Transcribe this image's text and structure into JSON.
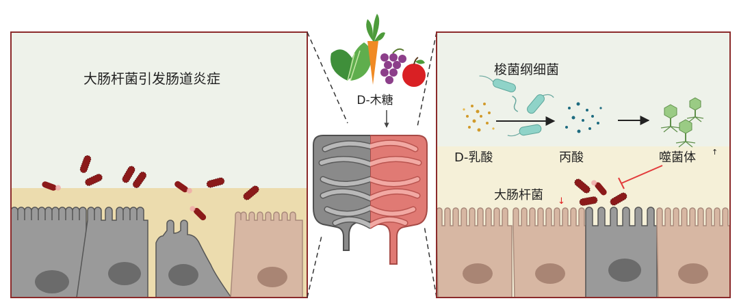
{
  "left_panel": {
    "title": "大肠杆菌引发肠道炎症"
  },
  "center": {
    "xylose_label": "D-木糖",
    "foods": [
      "spinach-icon",
      "carrot-icon",
      "grapes-icon",
      "apple-icon"
    ]
  },
  "right_panel": {
    "bacteroidetes_label": "梭菌纲细菌",
    "lactate_label": "D-乳酸",
    "propionate_label": "丙酸",
    "phage_label": "噬菌体",
    "phage_arrow": "↑",
    "ecoli_label": "大肠杆菌",
    "ecoli_arrow": "↓"
  },
  "colors": {
    "frame": "#8b2a2a",
    "lumen": "#eef2ea",
    "mucus": "#ecdcae",
    "mucus_right": "#f5f0d8",
    "inflamed_cell": "#9a9a9a",
    "healthy_cell": "#d7b7a3",
    "bacteria": "#8b1a1a",
    "phage": "#9acb84",
    "commensal": "#8fd3c8",
    "inhibit": "#e23b3b",
    "down_arrow": "#e02020"
  }
}
